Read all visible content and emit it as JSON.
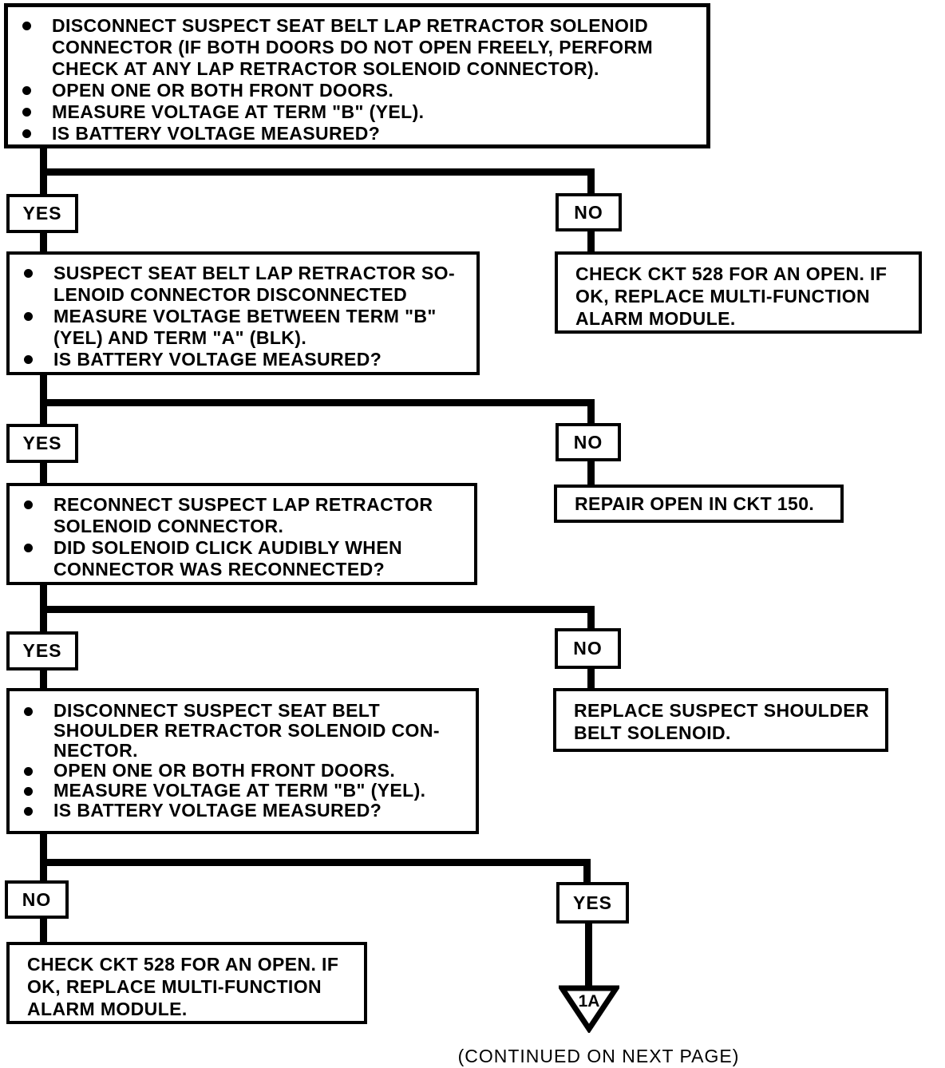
{
  "colors": {
    "ink": "#000000",
    "paper": "#ffffff"
  },
  "flow": {
    "step1": {
      "bullets": [
        "DISCONNECT SUSPECT SEAT BELT LAP RETRACTOR SOLENOID\nCONNECTOR (IF BOTH DOORS DO NOT OPEN FREELY, PERFORM\nCHECK AT ANY LAP RETRACTOR SOLENOID CONNECTOR).",
        "OPEN ONE OR BOTH FRONT DOORS.",
        "MEASURE VOLTAGE AT TERM \"B\" (YEL).",
        "IS BATTERY VOLTAGE MEASURED?"
      ]
    },
    "branch1": {
      "left": "YES",
      "right": "NO"
    },
    "step2_left": {
      "bullets": [
        "SUSPECT SEAT BELT LAP RETRACTOR SO-\nLENOID CONNECTOR DISCONNECTED",
        "MEASURE VOLTAGE BETWEEN TERM \"B\"\n(YEL) AND TERM \"A\" (BLK).",
        "IS BATTERY VOLTAGE MEASURED?"
      ]
    },
    "step2_right": {
      "text": "CHECK CKT 528 FOR AN OPEN. IF\nOK, REPLACE MULTI-FUNCTION\nALARM MODULE."
    },
    "branch2": {
      "left": "YES",
      "right": "NO"
    },
    "step3_left": {
      "bullets": [
        "RECONNECT SUSPECT LAP RETRACTOR\nSOLENOID CONNECTOR.",
        "DID SOLENOID CLICK AUDIBLY WHEN\nCONNECTOR WAS RECONNECTED?"
      ]
    },
    "step3_right": {
      "text": "REPAIR OPEN IN CKT 150."
    },
    "branch3": {
      "left": "YES",
      "right": "NO"
    },
    "step4_left": {
      "bullets": [
        "DISCONNECT SUSPECT SEAT BELT\nSHOULDER RETRACTOR SOLENOID CON-\nNECTOR.",
        "OPEN ONE OR BOTH FRONT DOORS.",
        "MEASURE VOLTAGE AT TERM \"B\" (YEL).",
        "IS BATTERY VOLTAGE MEASURED?"
      ]
    },
    "step4_right": {
      "text": "REPLACE SUSPECT SHOULDER\nBELT SOLENOID."
    },
    "branch4": {
      "left": "NO",
      "right": "YES"
    },
    "step5_left": {
      "text": "CHECK CKT 528 FOR AN OPEN. IF\nOK, REPLACE MULTI-FUNCTION\nALARM MODULE."
    },
    "offpage": {
      "label": "1A"
    },
    "footer": "(CONTINUED ON NEXT PAGE)"
  }
}
